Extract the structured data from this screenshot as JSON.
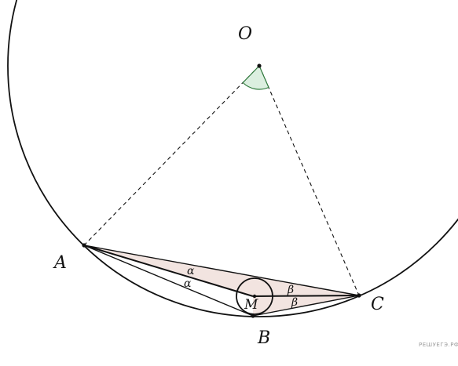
{
  "diagram": {
    "points": {
      "O": "O",
      "A": "A",
      "B": "B",
      "C": "C",
      "M": "M"
    },
    "angles": {
      "alpha_upper": "α",
      "alpha_lower": "α",
      "beta_upper": "β",
      "beta_lower": "β"
    },
    "watermark": "РЕШУЕГЭ.РФ",
    "colors": {
      "stroke": "#111111",
      "triangle_fill": "#f2e4e0",
      "angle_sector_fill": "#dcefe0",
      "angle_sector_stroke": "#2f7a3c"
    }
  }
}
